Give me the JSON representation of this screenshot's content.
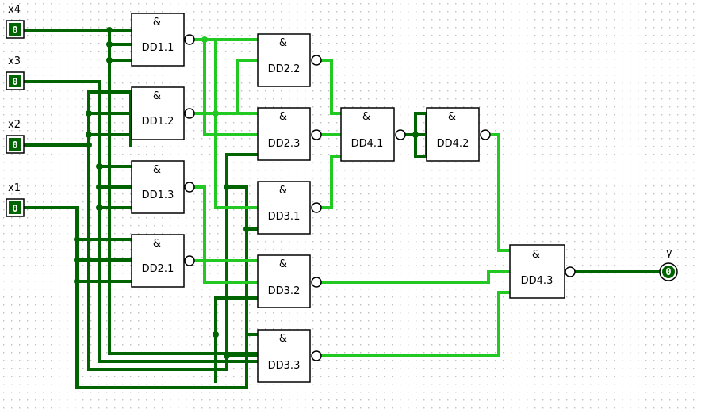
{
  "colors": {
    "wire_low": "#006400",
    "wire_high": "#22c922",
    "grid_dot": "#c0c0c0",
    "gate_stroke": "#000000",
    "pin_fill": "#006400"
  },
  "inputs": [
    {
      "name": "x4",
      "value": "0"
    },
    {
      "name": "x3",
      "value": "0"
    },
    {
      "name": "x2",
      "value": "0"
    },
    {
      "name": "x1",
      "value": "0"
    }
  ],
  "output": {
    "name": "y",
    "value": "0"
  },
  "gate_symbol": "&",
  "gates": [
    {
      "label": "DD1.1"
    },
    {
      "label": "DD1.2"
    },
    {
      "label": "DD1.3"
    },
    {
      "label": "DD2.1"
    },
    {
      "label": "DD2.2"
    },
    {
      "label": "DD2.3"
    },
    {
      "label": "DD3.1"
    },
    {
      "label": "DD3.2"
    },
    {
      "label": "DD3.3"
    },
    {
      "label": "DD4.1"
    },
    {
      "label": "DD4.2"
    },
    {
      "label": "DD4.3"
    }
  ]
}
